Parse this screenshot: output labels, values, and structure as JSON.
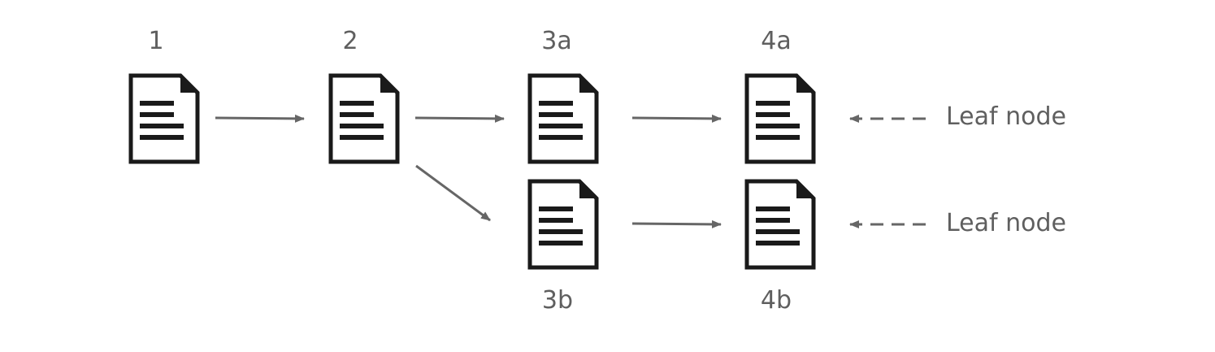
{
  "nodes": [
    {
      "id": "1",
      "label": "1",
      "icon": "document-icon"
    },
    {
      "id": "2",
      "label": "2",
      "icon": "document-icon"
    },
    {
      "id": "3a",
      "label": "3a",
      "icon": "document-icon"
    },
    {
      "id": "4a",
      "label": "4a",
      "icon": "document-icon"
    },
    {
      "id": "3b",
      "label": "3b",
      "icon": "document-icon"
    },
    {
      "id": "4b",
      "label": "4b",
      "icon": "document-icon"
    }
  ],
  "edges": [
    {
      "from": "1",
      "to": "2",
      "style": "solid"
    },
    {
      "from": "2",
      "to": "3a",
      "style": "solid"
    },
    {
      "from": "2",
      "to": "3b",
      "style": "solid"
    },
    {
      "from": "3a",
      "to": "4a",
      "style": "solid"
    },
    {
      "from": "3b",
      "to": "4b",
      "style": "solid"
    }
  ],
  "annotations": [
    {
      "text": "Leaf node",
      "points_to": "4a",
      "style": "dashed"
    },
    {
      "text": "Leaf node",
      "points_to": "4b",
      "style": "dashed"
    }
  ],
  "colors": {
    "text": "#5f5f5f",
    "arrow": "#666666",
    "icon": "#1a1a1a"
  }
}
